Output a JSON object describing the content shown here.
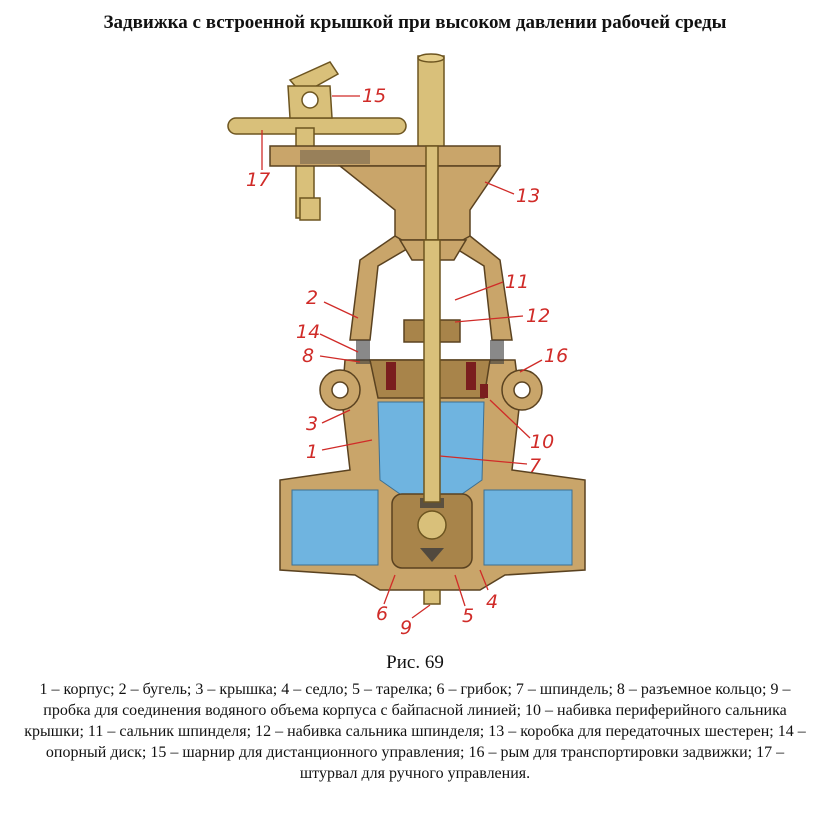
{
  "title": "Задвижка с встроенной крышкой при высоком давлении рабочей среды",
  "figure": {
    "caption": "Рис. 69",
    "callouts": {
      "n1": "1",
      "n2": "2",
      "n3": "3",
      "n4": "4",
      "n5": "5",
      "n6": "6",
      "n7": "7",
      "n8": "8",
      "n9": "9",
      "n10": "10",
      "n11": "11",
      "n12": "12",
      "n13": "13",
      "n14": "14",
      "n15": "15",
      "n16": "16",
      "n17": "17"
    }
  },
  "legend": "1 – корпус; 2 – бугель; 3 – крышка; 4 – седло; 5 – тарелка; 6 – грибок; 7 – шпиндель; 8 – разъемное кольцо; 9 – пробка для соединения водяного объема корпуса с байпасной линией; 10 – набивка периферийного сальника крышки; 11 – сальник шпинделя; 12 – набивка сальника шпинделя; 13 – коробка для передаточных шестерен; 14 – опорный диск; 15 – шарнир для дистанционного управления; 16 – рым для транспортировки задвижки; 17 – штурвал для ручного управления.",
  "colors": {
    "callout": "#d02b28",
    "body_metal": "#c9a56a",
    "water": "#6fb4e0"
  }
}
